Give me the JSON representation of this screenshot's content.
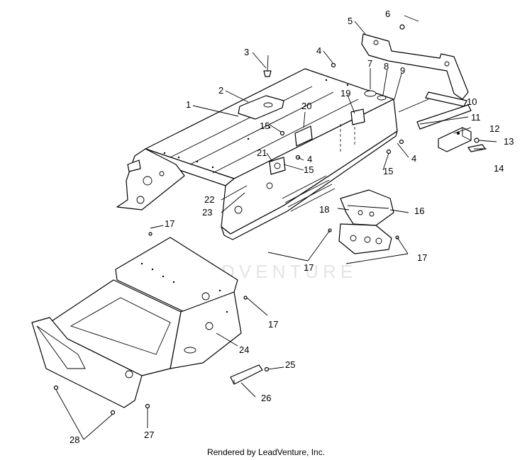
{
  "watermark": "LEADVENTURE",
  "footer": "Rendered by LeadVenture, Inc.",
  "callouts": [
    "1",
    "2",
    "3",
    "4",
    "5",
    "6",
    "7",
    "8",
    "9",
    "10",
    "11",
    "12",
    "13",
    "14",
    "15",
    "16",
    "17",
    "18",
    "19",
    "20",
    "21",
    "22",
    "23",
    "24",
    "25",
    "26",
    "27",
    "28"
  ],
  "labels": {
    "n1": "1",
    "n2": "2",
    "n3": "3",
    "n4a": "4",
    "n4b": "4",
    "n4c": "4",
    "n5": "5",
    "n6": "6",
    "n7": "7",
    "n8": "8",
    "n9": "9",
    "n10": "10",
    "n11": "11",
    "n12": "12",
    "n13": "13",
    "n14": "14",
    "n15a": "15",
    "n15b": "15",
    "n15c": "15",
    "n16": "16",
    "n17a": "17",
    "n17b": "17",
    "n17c": "17",
    "n17d": "17",
    "n18": "18",
    "n19": "19",
    "n20": "20",
    "n21": "21",
    "n22": "22",
    "n23": "23",
    "n24": "24",
    "n25": "25",
    "n26": "26",
    "n27": "27",
    "n28": "28"
  }
}
